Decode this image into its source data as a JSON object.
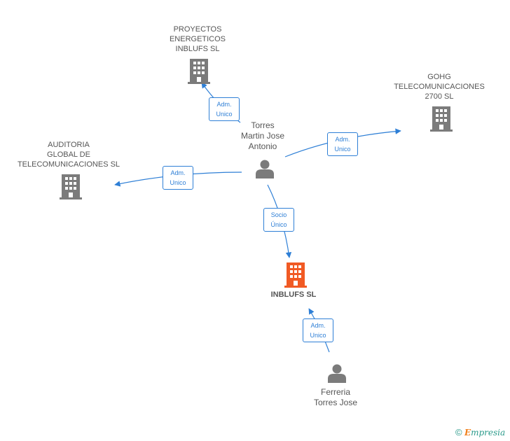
{
  "colors": {
    "company": "#7b7b7b",
    "main_company": "#f15a24",
    "person": "#7b7b7b",
    "edge": "#2e7fd6",
    "text": "#555555"
  },
  "nodes": {
    "proyectos": {
      "label": "PROYECTOS\nENERGETICOS\nINBLUFS SL",
      "icon": "building-icon"
    },
    "gohg": {
      "label": "GOHG\nTELECOMUNICACIONES\n2700 SL",
      "icon": "building-icon"
    },
    "auditoria": {
      "label": "AUDITORIA\nGLOBAL DE\nTELECOMUNICACIONES SL",
      "icon": "building-icon"
    },
    "inblufs": {
      "label": "INBLUFS SL",
      "icon": "building-icon"
    },
    "torres": {
      "label": "Torres\nMartin Jose\nAntonio",
      "icon": "person-icon"
    },
    "ferreria": {
      "label": "Ferreria\nTorres Jose",
      "icon": "person-icon"
    }
  },
  "edges": [
    {
      "from": "torres",
      "to": "proyectos",
      "label": "Adm.\nUnico"
    },
    {
      "from": "torres",
      "to": "gohg",
      "label": "Adm.\nUnico"
    },
    {
      "from": "torres",
      "to": "auditoria",
      "label": "Adm.\nUnico"
    },
    {
      "from": "torres",
      "to": "inblufs",
      "label": "Socio\nÚnico"
    },
    {
      "from": "ferreria",
      "to": "inblufs",
      "label": "Adm.\nUnico"
    }
  ],
  "brand": {
    "copyright": "©",
    "initial": "E",
    "name": "mpresia"
  }
}
